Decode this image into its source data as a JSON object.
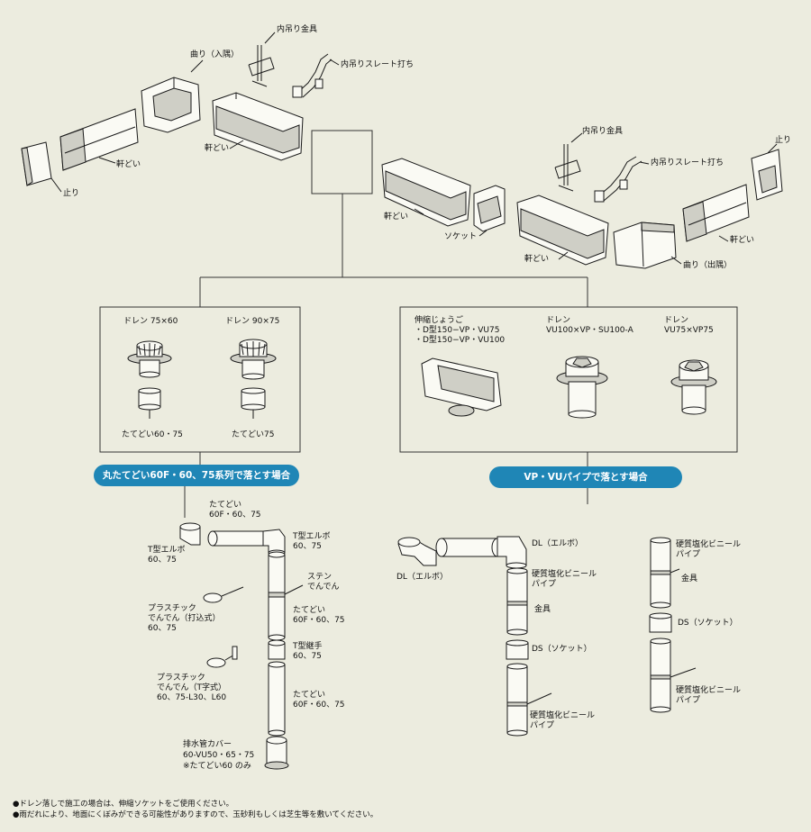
{
  "top_labels": {
    "left_group": {
      "tome": "止り",
      "nokidoi_1": "軒どい",
      "magari_irisumi": "曲り（入隅）",
      "nokidoi_2": "軒どい",
      "uchizuri_kanagu": "内吊り金具",
      "uchizuri_slate": "内吊りスレート打ち"
    },
    "right_group": {
      "uchizuri_kanagu": "内吊り金具",
      "uchizuri_slate": "内吊りスレート打ち",
      "tome": "止り",
      "nokidoi_1": "軒どい",
      "socket": "ソケット",
      "nokidoi_2": "軒どい",
      "nokidoi_3": "軒どい",
      "magari_desumi": "曲り（出隅）"
    }
  },
  "left_box": {
    "drain_a_title": "ドレン 75×60",
    "drain_b_title": "ドレン 90×75",
    "drain_a_pipe": "たてどい60・75",
    "drain_b_pipe": "たてどい75"
  },
  "right_box": {
    "expansion_title_1": "伸縮じょうご",
    "expansion_title_2": "・D型150−VP・VU75",
    "expansion_title_3": "・D型150−VP・VU100",
    "drain_c_title_1": "ドレン",
    "drain_c_title_2": "VU100×VP・SU100-A",
    "drain_d_title_1": "ドレン",
    "drain_d_title_2": "VU75×VP75"
  },
  "pills": {
    "left": "丸たてどい60F・60、75系列で落とす場合",
    "right": "VP・VUパイプで落とす場合"
  },
  "left_bottom": {
    "tatedoi_top_1": "たてどい",
    "tatedoi_top_2": "60F・60、75",
    "t_elbow_left_1": "T型エルボ",
    "t_elbow_left_2": "60、75",
    "t_elbow_right_1": "T型エルボ",
    "t_elbow_right_2": "60、75",
    "sten_denden_1": "ステン",
    "sten_denden_2": "でんでん",
    "plastic_uchikomi_1": "プラスチック",
    "plastic_uchikomi_2": "でんでん（打込式）",
    "plastic_uchikomi_3": "60、75",
    "tatedoi_mid_1": "たてどい",
    "tatedoi_mid_2": "60F・60、75",
    "t_tsugite_1": "T型継手",
    "t_tsugite_2": "60、75",
    "plastic_tji_1": "プラスチック",
    "plastic_tji_2": "でんでん（T字式）",
    "plastic_tji_3": "60、75-L30、L60",
    "tatedoi_low_1": "たてどい",
    "tatedoi_low_2": "60F・60、75",
    "cover_1": "排水管カバー",
    "cover_2": "60-VU50・65・75",
    "cover_3": "※たてどい60 のみ"
  },
  "right_bottom": {
    "dl_elbow_1": "DL（エルボ）",
    "dl_elbow_2": "DL（エルボ）",
    "pvc_pipe_1a": "硬質塩化ビニール",
    "pvc_pipe_1b": "パイプ",
    "kanagu_1": "金具",
    "ds_socket_1": "DS（ソケット）",
    "pvc_pipe_2a": "硬質塩化ビニール",
    "pvc_pipe_2b": "パイプ",
    "pvc_pipe_3a": "硬質塩化ビニール",
    "pvc_pipe_3b": "パイプ",
    "kanagu_2": "金具",
    "ds_socket_2": "DS（ソケット）",
    "pvc_pipe_4a": "硬質塩化ビニール",
    "pvc_pipe_4b": "パイプ"
  },
  "notes": {
    "line1": "●ドレン落しで施工の場合は、伸縮ソケットをご使用ください。",
    "line2": "●雨だれにより、地面にくぼみができる可能性がありますので、玉砂利もしくは芝生等を敷いてください。"
  },
  "colors": {
    "background": "#ececdf",
    "pill": "#1f86b6",
    "part_fill": "#fafaf4",
    "shade": "#cfcfc6"
  }
}
